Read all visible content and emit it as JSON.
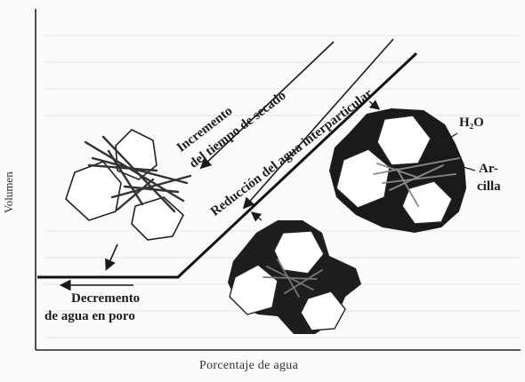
{
  "diagram": {
    "y_axis_label": "Volumen",
    "x_axis_label": "Porcentaje de agua",
    "arrow_label_drying": [
      "Incremento",
      "del tiempo de secado"
    ],
    "arrow_label_water": "Reducción del agua interparticular",
    "pore_water_label": [
      "Decremento",
      "de agua en poro"
    ],
    "water_label": "H₂O",
    "clay_label": [
      "Ar-",
      "cilla"
    ]
  }
}
